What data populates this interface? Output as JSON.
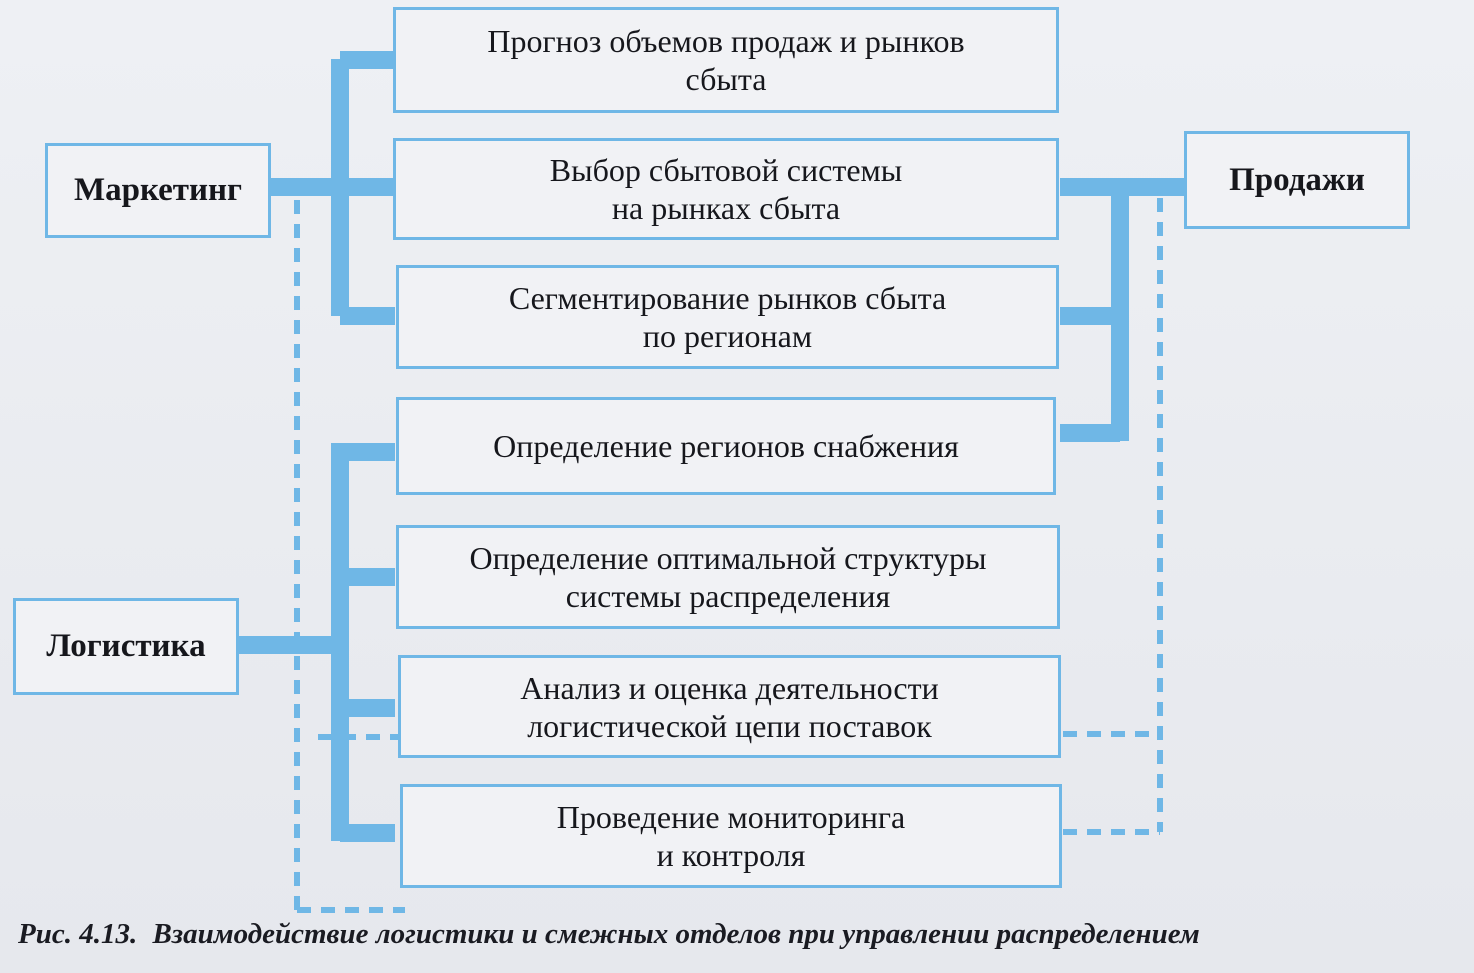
{
  "diagram": {
    "nodes": {
      "marketing": "Маркетинг",
      "sales": "Продажи",
      "logistics": "Логистика"
    },
    "functions": [
      "Прогноз объемов продаж и рынков\nсбыта",
      "Выбор сбытовой системы\nна рынках сбыта",
      "Сегментирование рынков сбыта\nпо регионам",
      "Определение регионов снабжения",
      "Определение оптимальной структуры\nсистемы распределения",
      "Анализ и оценка деятельности\nлогистической цепи поставок",
      "Проведение мониторинга\nи контроля"
    ],
    "caption": {
      "label": "Рис. 4.13.",
      "text": "Взаимодействие логистики и смежных отделов при управлении распределением"
    }
  },
  "colors": {
    "connector": "#6fb7e6",
    "box_border": "#6fb7e6",
    "text": "#16171c"
  }
}
